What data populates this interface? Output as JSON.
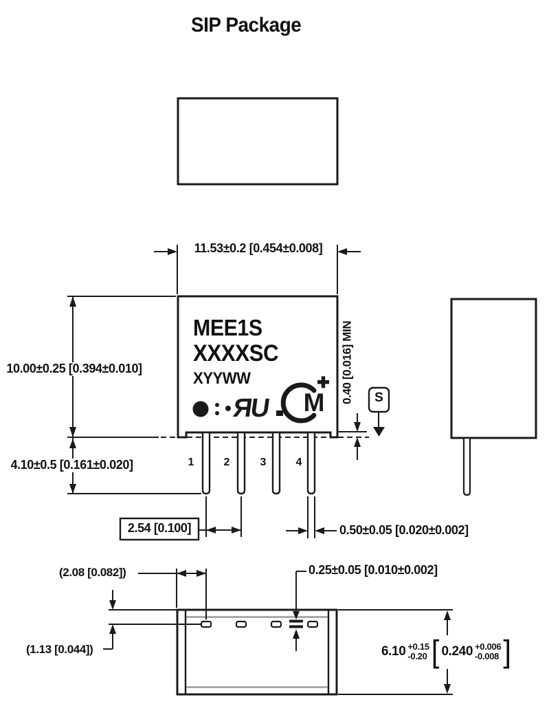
{
  "title": "SIP Package",
  "front_view": {
    "marking": {
      "line1": "MEE1S",
      "line2": "XXXXSC",
      "line3": "XYYWW"
    },
    "pin_numbers": [
      "1",
      "2",
      "3",
      "4"
    ],
    "datum_label": "S"
  },
  "dimensions": {
    "body_width": "11.53±0.2 [0.454±0.008]",
    "body_height": "10.00±0.25 [0.394±0.010]",
    "pin_length": "4.10±0.5 [0.161±0.020]",
    "pin_pitch": "2.54 [0.100]",
    "pin_width": "0.50±0.05 [0.020±0.002]",
    "standoff": "0.40 [0.016] MIN",
    "pin1_edge_offset": "(2.08 [0.082])",
    "pin_row_offset": "(1.13 [0.044])",
    "pin_thickness": "0.25±0.05 [0.010±0.002]",
    "body_depth": {
      "metric": "6.10",
      "metric_plus": "+0.15",
      "metric_minus": "-0.20",
      "bracket_open": "[",
      "inch": "0.240",
      "inch_plus": "+0.006",
      "inch_minus": "-0.008",
      "bracket_close": "]"
    }
  },
  "logos": {
    "ul_mark_text": "ЯU",
    "murata_m": "M"
  },
  "icons": {
    "pin1_indicator": "filled-dot",
    "ul_mark": "ul-recognized-component-mark",
    "murata_logo": "murata-c-m-plus-logo",
    "datum_symbol": "filled-triangle-datum"
  },
  "colors": {
    "line": "#1a1a1a",
    "secondary_line": "#9a9a9a",
    "background": "#ffffff"
  }
}
